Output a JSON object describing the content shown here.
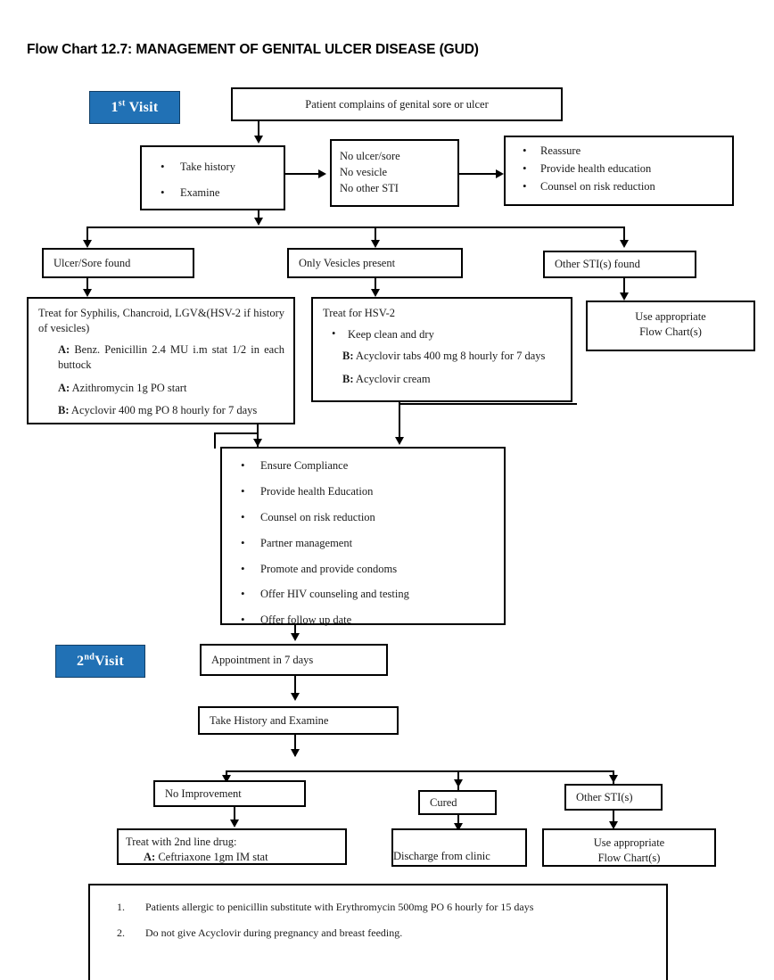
{
  "title": "Flow Chart 12.7: MANAGEMENT OF GENITAL ULCER DISEASE (GUD)",
  "colors": {
    "badge_blue": "#2171B5",
    "badge_text": "#FFFFFF",
    "line": "#000000",
    "box_border": "#000000",
    "box_fill": "#FFFFFF"
  },
  "badges": {
    "first_visit_prefix": "1",
    "first_visit_sup": "st",
    "first_visit_suffix": " Visit",
    "second_visit_prefix": "2",
    "second_visit_sup": "nd",
    "second_visit_suffix": "Visit"
  },
  "nodes": {
    "complaint": {
      "text": "Patient complains of genital sore or ulcer"
    },
    "history": {
      "bullets": [
        "Take history",
        "Examine"
      ]
    },
    "negative_findings": {
      "lines": [
        "No ulcer/sore",
        "No vesicle",
        "No other STI"
      ]
    },
    "reassure": {
      "bullets": [
        "Reassure",
        "Provide health education",
        "Counsel on risk reduction"
      ]
    },
    "ulcer_found": {
      "text": "Ulcer/Sore found"
    },
    "vesicles_only": {
      "text": "Only Vesicles present"
    },
    "other_sti_found": {
      "text": "Other STI(s) found"
    },
    "treat_syphilis": {
      "heading": "Treat for Syphilis, Chancroid, LGV&(HSV-2 if  history of vesicles)",
      "items": [
        {
          "label": "A:",
          "text": " Benz. Penicillin 2.4 MU i.m stat 1/2 in each buttock"
        },
        {
          "label": "A:",
          "text": " Azithromycin 1g PO start"
        },
        {
          "label": "B:",
          "text": " Acyclovir 400 mg PO 8 hourly for 7 days"
        }
      ]
    },
    "treat_hsv2": {
      "heading": "Treat for HSV-2",
      "bullet": "Keep clean and dry",
      "items": [
        {
          "label": "B:",
          "text": " Acyclovir tabs 400 mg 8 hourly for 7 days"
        },
        {
          "label": "B:",
          "text": " Acyclovir cream"
        }
      ]
    },
    "use_flowchart_1": {
      "line1": "Use appropriate",
      "line2": "Flow Chart(s)"
    },
    "counselling": {
      "bullets": [
        "Ensure Compliance",
        "Provide health Education",
        "Counsel on risk reduction",
        "Partner management",
        "Promote and provide condoms",
        "Offer HIV counseling and testing",
        "Offer follow up date"
      ]
    },
    "appointment": {
      "text": "Appointment in 7 days"
    },
    "take_history_2": {
      "text": "Take History and Examine"
    },
    "no_improvement": {
      "text": "No Improvement"
    },
    "cured": {
      "text": "Cured"
    },
    "other_sti_2": {
      "text": "Other STI(s)"
    },
    "second_line": {
      "line1": "Treat with 2nd line drug:",
      "label": "A:",
      "line2": " Ceftriaxone 1gm IM stat"
    },
    "discharge": {
      "text": "Discharge from clinic"
    },
    "use_flowchart_2": {
      "line1": "Use appropriate",
      "line2": "Flow Chart(s)"
    }
  },
  "notes": [
    "Patients allergic to penicillin substitute with Erythromycin  500mg PO 6 hourly for  15 days",
    "Do not give Acyclovir during pregnancy and breast feeding."
  ]
}
